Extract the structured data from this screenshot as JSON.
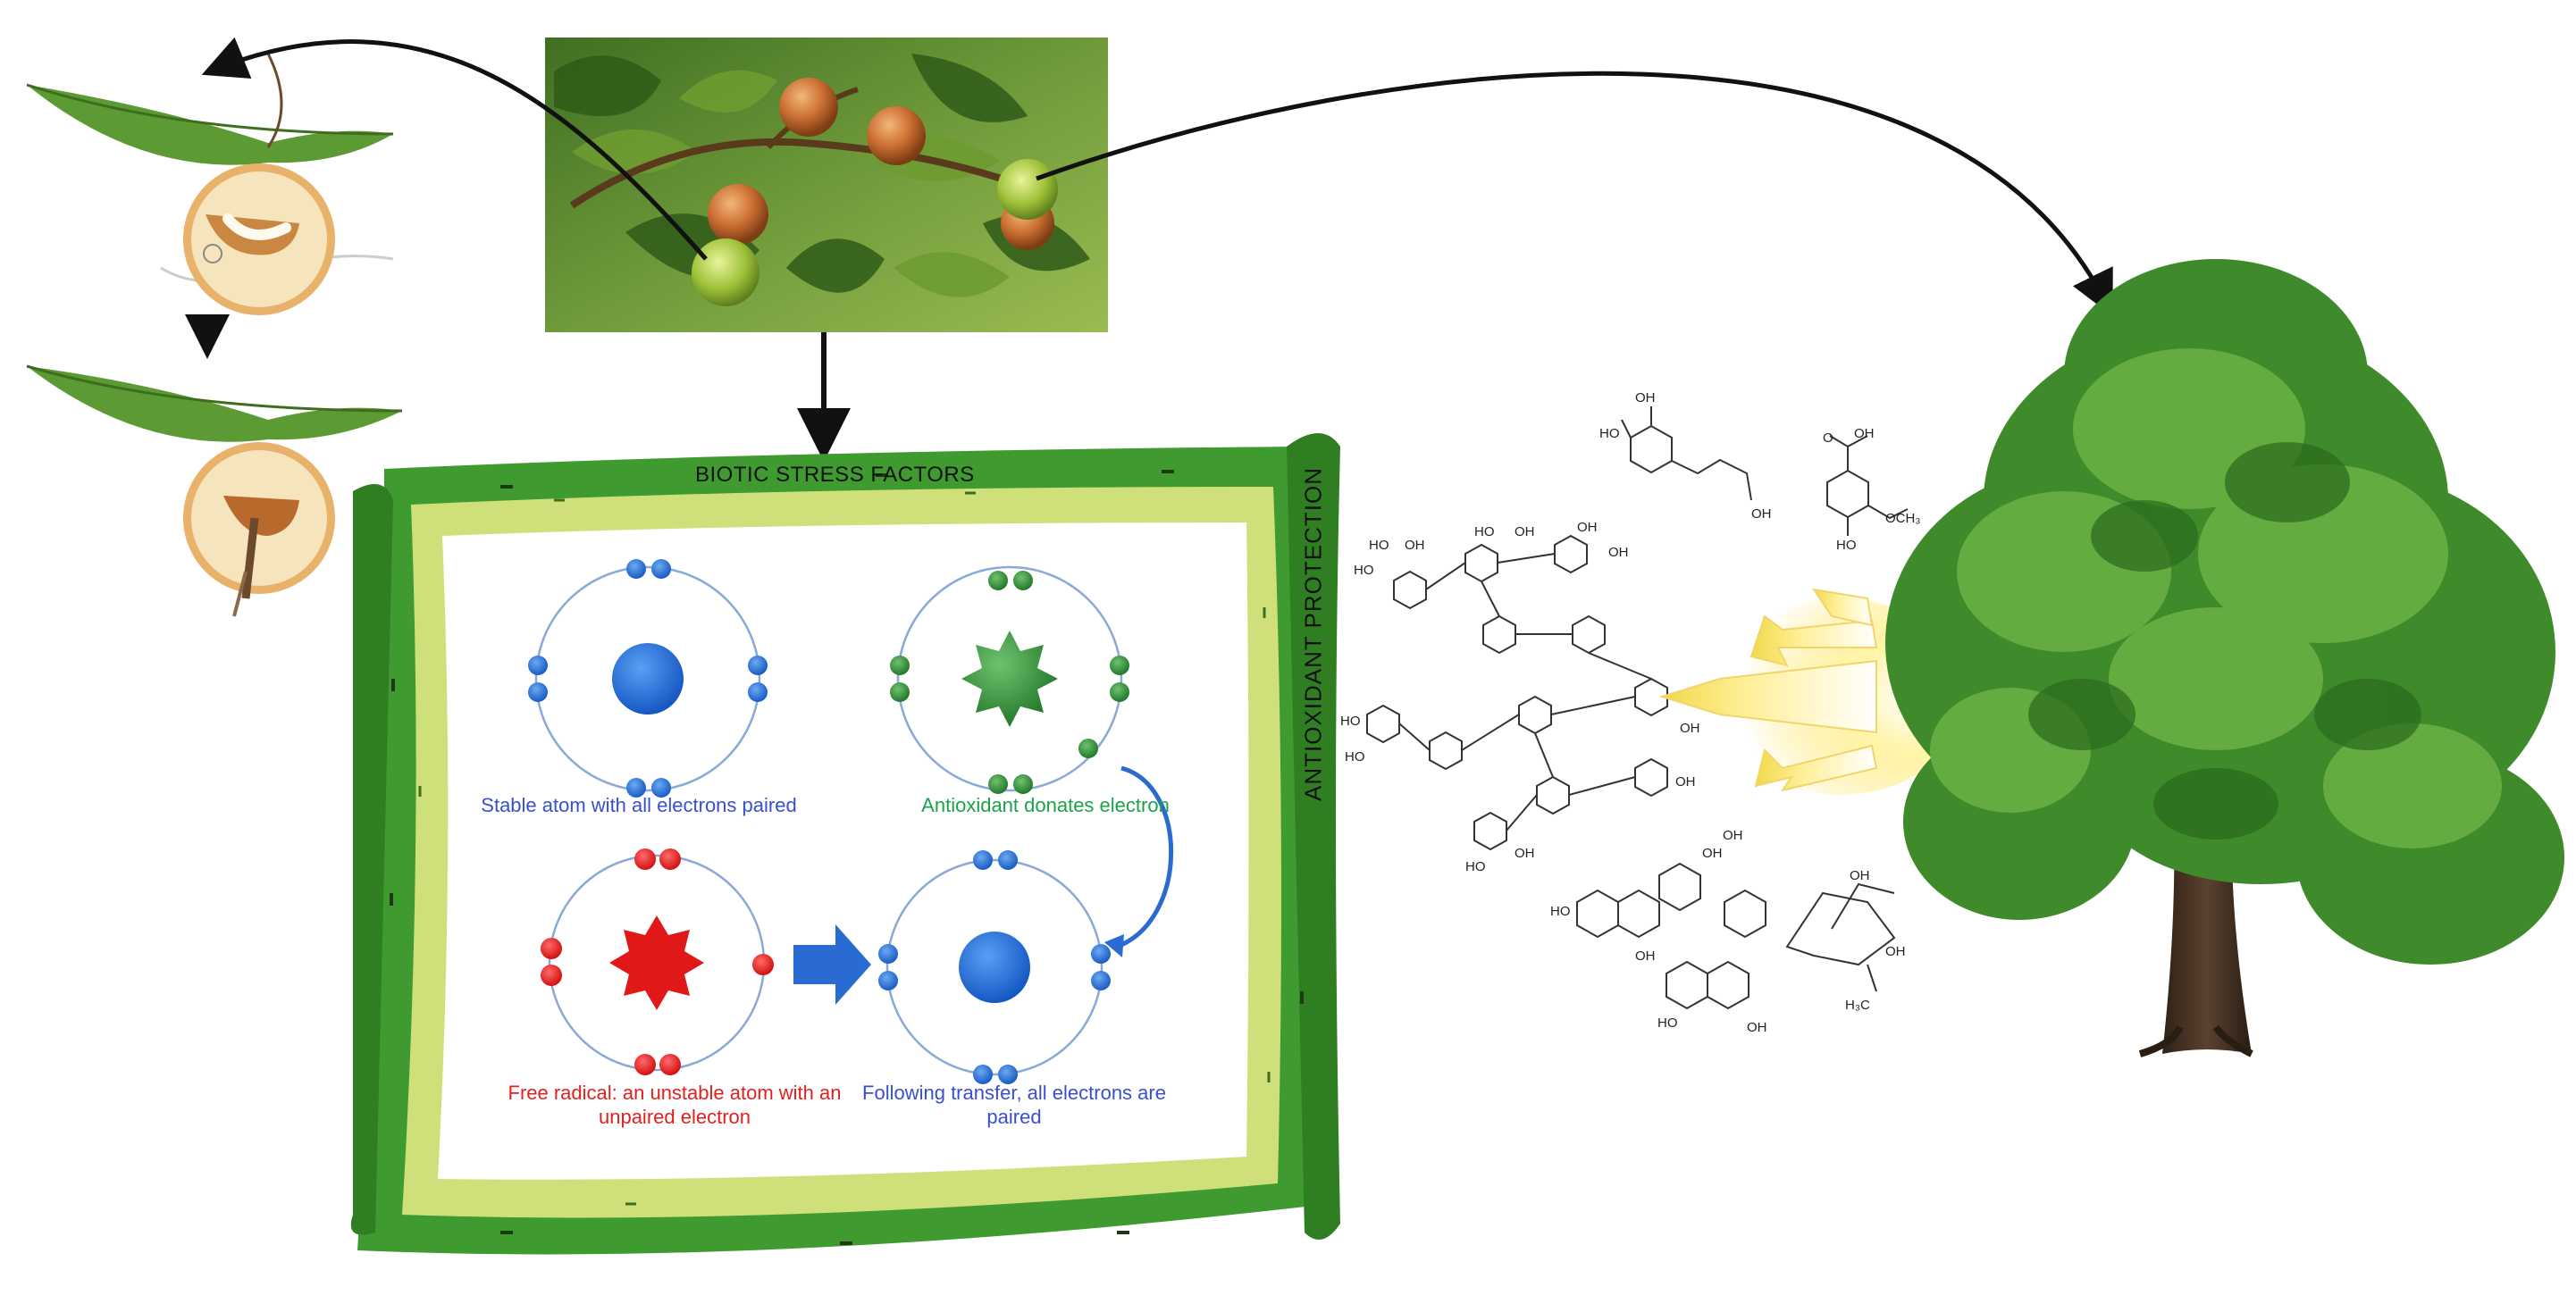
{
  "labels": {
    "biotic_stress": "BIOTIC STRESS FACTORS",
    "antioxidant_protection": "ANTIOXIDANT PROTECTION"
  },
  "captions": {
    "stable_atom": "Stable atom with all electrons paired",
    "antioxidant_donates": "Antioxidant donates electron",
    "free_radical": "Free radical: an unstable atom with an unpaired electron",
    "following_transfer": "Following transfer, all electrons are paired"
  },
  "chem_labels": {
    "oh": "OH",
    "ho": "HO",
    "o": "O",
    "och3": "OCH₃",
    "h3c": "H₃C"
  },
  "colors": {
    "cell_wall_dark": "#3f9a2f",
    "cell_wall_light": "#cfe07a",
    "electron_blue": "#1f6fd6",
    "electron_green": "#2f8f2f",
    "electron_red": "#e01818",
    "arrow_blue": "#2a6bd1",
    "glow_yellow": "#ffe97a"
  },
  "icons": [
    "oak-leaf-icon",
    "gall-cross-section-icon",
    "oak-gall-photo",
    "oak-tree-icon",
    "starburst-nucleus-icon",
    "glow-arrow-icon"
  ]
}
